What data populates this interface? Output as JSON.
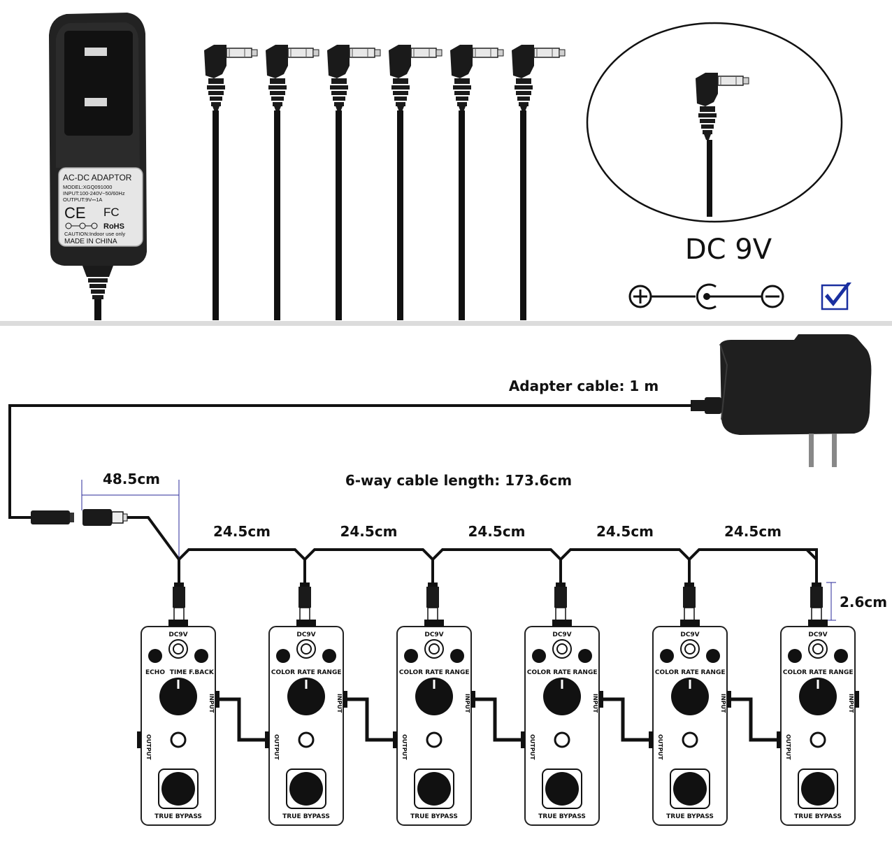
{
  "adapter": {
    "plate_title": "AC-DC ADAPTOR",
    "model": "MODEL:XGQ091000",
    "input": "INPUT:100-240V~50/60Hz",
    "output": "OUTPUT:9V⎓1A",
    "ce": "CE",
    "fc": "FC",
    "rohs": "RoHS",
    "caution": "CAUTION:Indoor use only",
    "made_in": "MADE IN CHINA"
  },
  "callout": {
    "voltage": "DC 9V",
    "polarity_symbols": [
      "plus-circle-icon",
      "center-pin-icon",
      "minus-circle-icon"
    ],
    "check_icon": "checkbox-checked-icon"
  },
  "diagram": {
    "adapter_cable_label": "Adapter cable: 1 m",
    "lead_length_label": "48.5cm",
    "total_length_label": "6-way cable length: 173.6cm",
    "segment_labels": [
      "24.5cm",
      "24.5cm",
      "24.5cm",
      "24.5cm",
      "24.5cm"
    ],
    "plug_length_label": "2.6cm",
    "pedals": [
      {
        "dc": "DC9V",
        "left_knob": "ECHO",
        "right_knob": "F.BACK",
        "main_knob": "TIME",
        "mid_label": "",
        "right_label": "",
        "input": "INPUT",
        "output": "OUTPUT",
        "footer": "TRUE BYPASS"
      },
      {
        "dc": "DC9V",
        "left_knob": "COLOR",
        "right_knob": "RANGE",
        "main_knob": "RATE",
        "mid_label": "",
        "right_label": "",
        "input": "INPUT",
        "output": "OUTPUT",
        "footer": "TRUE BYPASS"
      },
      {
        "dc": "DC9V",
        "left_knob": "COLOR",
        "right_knob": "RANGE",
        "main_knob": "RATE",
        "mid_label": "",
        "right_label": "",
        "input": "INPUT",
        "output": "OUTPUT",
        "footer": "TRUE BYPASS"
      },
      {
        "dc": "DC9V",
        "left_knob": "COLOR",
        "right_knob": "RANGE",
        "main_knob": "RATE",
        "mid_label": "",
        "right_label": "",
        "input": "INPUT",
        "output": "OUTPUT",
        "footer": "TRUE BYPASS"
      },
      {
        "dc": "DC9V",
        "left_knob": "COLOR",
        "right_knob": "RANGE",
        "main_knob": "RATE",
        "mid_label": "",
        "right_label": "",
        "input": "INPUT",
        "output": "OUTPUT",
        "footer": "TRUE BYPASS"
      },
      {
        "dc": "DC9V",
        "left_knob": "COLOR",
        "right_knob": "RANGE",
        "main_knob": "RATE",
        "mid_label": "",
        "right_label": "",
        "input": "INPUT",
        "output": "OUTPUT",
        "footer": "TRUE BYPASS"
      }
    ]
  },
  "colors": {
    "cable": "#111111",
    "divider": "#dcdcdc",
    "check": "#1a2fa0",
    "dimension": "#2a2a9a"
  }
}
